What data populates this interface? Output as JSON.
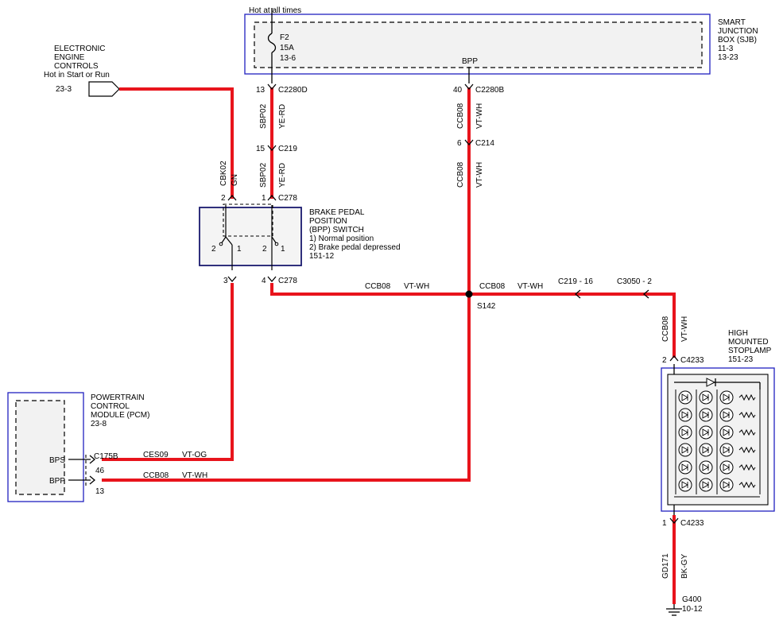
{
  "top_label": "Hot at all times",
  "sjb": {
    "name_lines": [
      "SMART",
      "JUNCTION",
      "BOX (SJB)",
      "11-3",
      "13-23"
    ],
    "fuse_lines": [
      "F2",
      "15A",
      "13-6"
    ],
    "bpp": "BPP"
  },
  "eec": {
    "lines": [
      "ELECTRONIC",
      "ENGINE",
      "CONTROLS",
      "Hot in Start or Run"
    ],
    "ref": "23-3"
  },
  "connectors": {
    "c2280d_pin": "13",
    "c2280d": "C2280D",
    "c2280b_pin": "40",
    "c2280b": "C2280B",
    "c219_pin": "15",
    "c219": "C219",
    "c214_pin": "6",
    "c214": "C214",
    "c278_top_pin_left": "2",
    "c278_top_pin_right": "1",
    "c278_top": "C278",
    "c278_bot_pin_left": "3",
    "c278_bot_pin_right": "4",
    "c278_bot": "C278",
    "c175b": "C175B",
    "c175b_pin_bps": "46",
    "c175b_pin_bpp": "13",
    "c219_16": "C219 - 16",
    "c3050_2": "C3050 - 2",
    "c4233_top_pin": "2",
    "c4233_top": "C4233",
    "c4233_bot_pin": "1",
    "c4233_bot": "C4233"
  },
  "wires": {
    "sbp02_upper_circuit": "SBP02",
    "sbp02_upper_color": "YE-RD",
    "sbp02_lower_circuit": "SBP02",
    "sbp02_lower_color": "YE-RD",
    "ccb08_upper_circuit": "CCB08",
    "ccb08_upper_color": "VT-WH",
    "ccb08_lower_circuit": "CCB08",
    "ccb08_lower_color": "VT-WH",
    "cbk02_circuit": "CBK02",
    "cbk02_color": "GN",
    "ccb08_left_circuit": "CCB08",
    "ccb08_left_color": "VT-WH",
    "ccb08_right_circuit": "CCB08",
    "ccb08_right_color": "VT-WH",
    "ccb08_hms_circuit": "CCB08",
    "ccb08_hms_color": "VT-WH",
    "ces09_circuit": "CES09",
    "ces09_color": "VT-OG",
    "ccb08_pcm_circuit": "CCB08",
    "ccb08_pcm_color": "VT-WH",
    "gd171_circuit": "GD171",
    "gd171_color": "BK-GY"
  },
  "splice": "S142",
  "bpp_switch": {
    "lines": [
      "BRAKE PEDAL",
      "POSITION",
      "(BPP) SWITCH",
      "1) Normal position",
      "2) Brake pedal depressed",
      "151-12"
    ],
    "left_pos2": "2",
    "left_pos1": "1",
    "right_pos2": "2",
    "right_pos1": "1"
  },
  "pcm": {
    "lines": [
      "POWERTRAIN",
      "CONTROL",
      "MODULE (PCM)",
      "23-8"
    ],
    "bps": "BPS",
    "bpp": "BPP"
  },
  "hms": {
    "lines": [
      "HIGH",
      "MOUNTED",
      "STOPLAMP",
      "151-23"
    ]
  },
  "ground": {
    "name": "G400",
    "ref": "10-12"
  },
  "colors": {
    "wire": "#e8141c",
    "box_border": "#2020c0"
  }
}
